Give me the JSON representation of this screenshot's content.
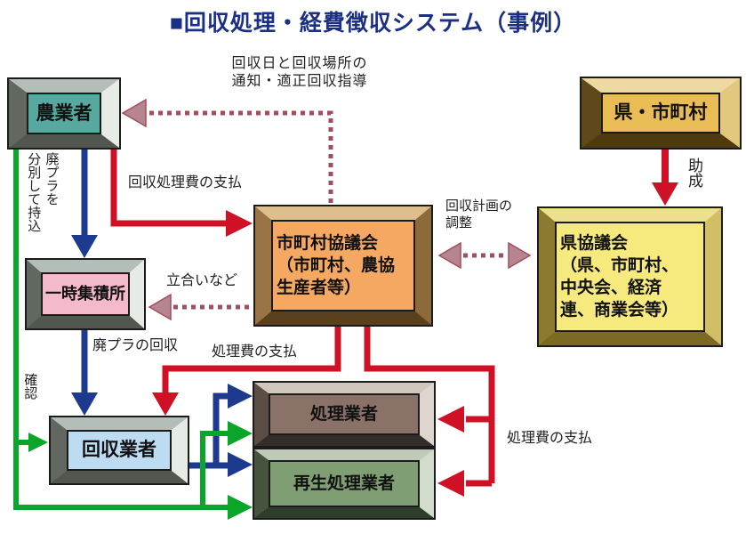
{
  "title": "■回収処理・経費徴収システム（事例）",
  "boxes": {
    "farmer": {
      "label": "農業者"
    },
    "pref_muni": {
      "label": "県・市町村"
    },
    "muni_council": {
      "lines": [
        "市町村協議会",
        "（市町村、農協",
        "生産者等）"
      ]
    },
    "pref_council": {
      "lines": [
        "県協議会",
        "（県、市町村、",
        "中央会、経済",
        "連、商業会等）"
      ]
    },
    "depot": {
      "label": "一時集積所"
    },
    "collector": {
      "label": "回収業者"
    },
    "processor": {
      "label": "処理業者"
    },
    "recycler": {
      "label": "再生処理業者"
    }
  },
  "labels": {
    "notice": "回収日と回収場所の\n通知・適正回収指導",
    "collect_fee": "回収処理費の支払",
    "subsidy": "助成",
    "plan_adjust": "回収計画の\n調整",
    "witness": "立合いなど",
    "sorted_delivery": "廃プラを\n分別して持込",
    "plastic_collect": "廃プラの回収",
    "fee_left": "処理費の支払",
    "confirm": "確認",
    "fee_right": "処理費の支払"
  },
  "colors": {
    "title": "#1c2f86",
    "label": "#222222",
    "red": "#cf1126",
    "blue": "#1e3a8f",
    "green": "#0aa629",
    "dotline": "#a34d5c",
    "dothead": "#b5868f",
    "fill-farmer": "#57a89e",
    "fill-pref-muni": "#e9bc55",
    "fill-muni-council": "#f4a862",
    "fill-pref-council": "#f6e97e",
    "fill-depot": "#f4b9ca",
    "fill-collector": "#bddcf2",
    "fill-processor": "#8a7268",
    "fill-recycler": "#7f9e74"
  }
}
